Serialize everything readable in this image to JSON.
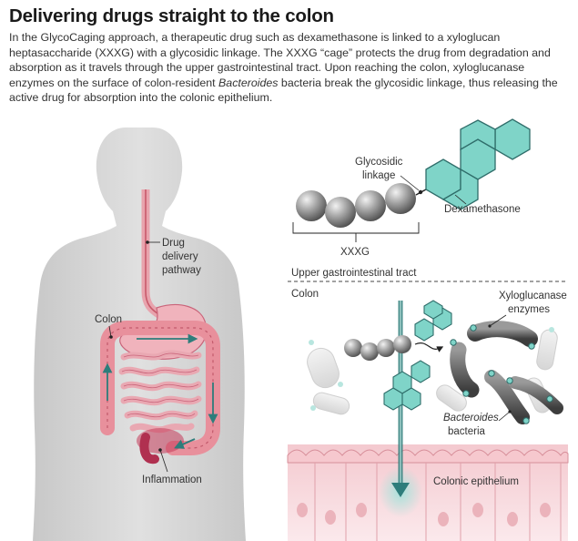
{
  "title": "Delivering drugs straight to the colon",
  "intro": {
    "part1": "In the GlycoCaging approach, a therapeutic drug such as dexamethasone is linked to a xyloglucan heptasaccharide (XXXG) with a glycosidic linkage. The XXXG “cage” protects the drug from degradation and absorption as it travels through the upper gastrointestinal tract. Upon reaching the colon, xyloglucanase enzymes on the surface of colon-resident ",
    "italic": "Bacteroides",
    "part2": " bacteria break the glycosidic linkage, thus releasing the active drug for absorption into the colonic epithelium."
  },
  "labels": {
    "drug_line1": "Drug",
    "drug_line2": "delivery",
    "drug_line3": "pathway",
    "colon_body": "Colon",
    "inflammation": "Inflammation",
    "glyco_line1": "Glycosidic",
    "glyco_line2": "linkage",
    "dexamethasone": "Dexamethasone",
    "xxxg": "XXXG",
    "upper_gi": "Upper gastrointestinal tract",
    "colon_section": "Colon",
    "xylo_line1": "Xyloglucanase",
    "xylo_line2": "enzymes",
    "bact_line1": "Bacteroides",
    "bact_line2": "bacteria",
    "epithelium": "Colonic epithelium"
  },
  "colors": {
    "accent_teal": "#7fd4c8",
    "teal_stroke": "#2f6d6a",
    "sphere_gray": "#8a8a8a",
    "colon_pink": "#e07d8a",
    "inflammation_red": "#c43a5a",
    "body_silhouette": "#d5d5d5",
    "arrow_teal": "#2e7d7b"
  }
}
